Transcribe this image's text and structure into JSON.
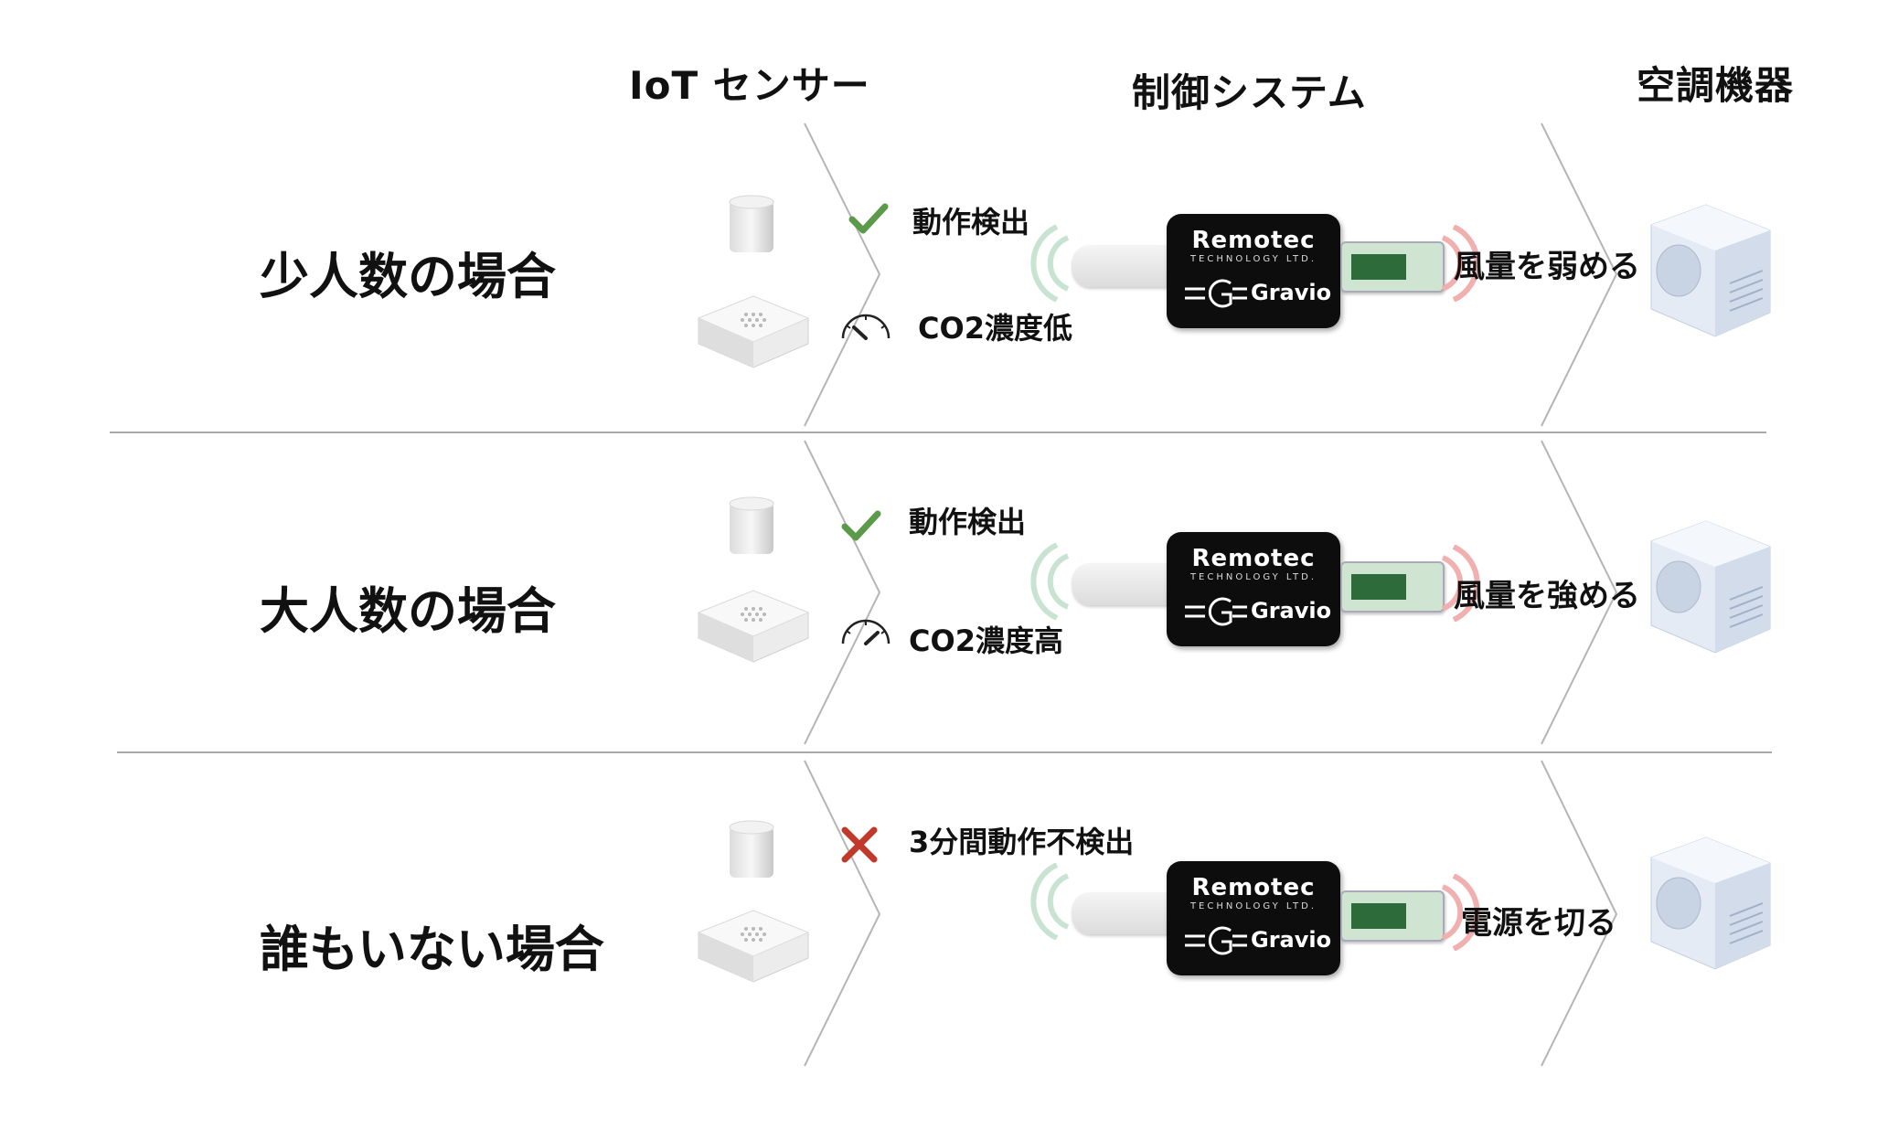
{
  "headers": {
    "sensor": "IoT センサー",
    "control": "制御システム",
    "hvac": "空調機器"
  },
  "device": {
    "brand": "Remotec",
    "subtitle": "TECHNOLOGY LTD.",
    "product": "Gravio"
  },
  "rows": [
    {
      "scenario": "少人数の場合",
      "sensor_status_1": "動作検出",
      "sensor_status_1_icon": "check-icon",
      "sensor_status_2": "CO2濃度低",
      "sensor_status_2_icon": "gauge-low-icon",
      "action": "風量を弱める"
    },
    {
      "scenario": "大人数の場合",
      "sensor_status_1": "動作検出",
      "sensor_status_1_icon": "check-icon",
      "sensor_status_2": "CO2濃度高",
      "sensor_status_2_icon": "gauge-high-icon",
      "action": "風量を強める"
    },
    {
      "scenario": "誰もいない場合",
      "sensor_status_1": "3分間動作不検出",
      "sensor_status_1_icon": "cross-icon",
      "action": "電源を切る"
    }
  ],
  "colors": {
    "check": "#5a9a4a",
    "cross": "#c0392b",
    "signal_green": "#c9e3d3",
    "signal_red": "#f0b0b0",
    "divider": "#a9a9a9"
  }
}
